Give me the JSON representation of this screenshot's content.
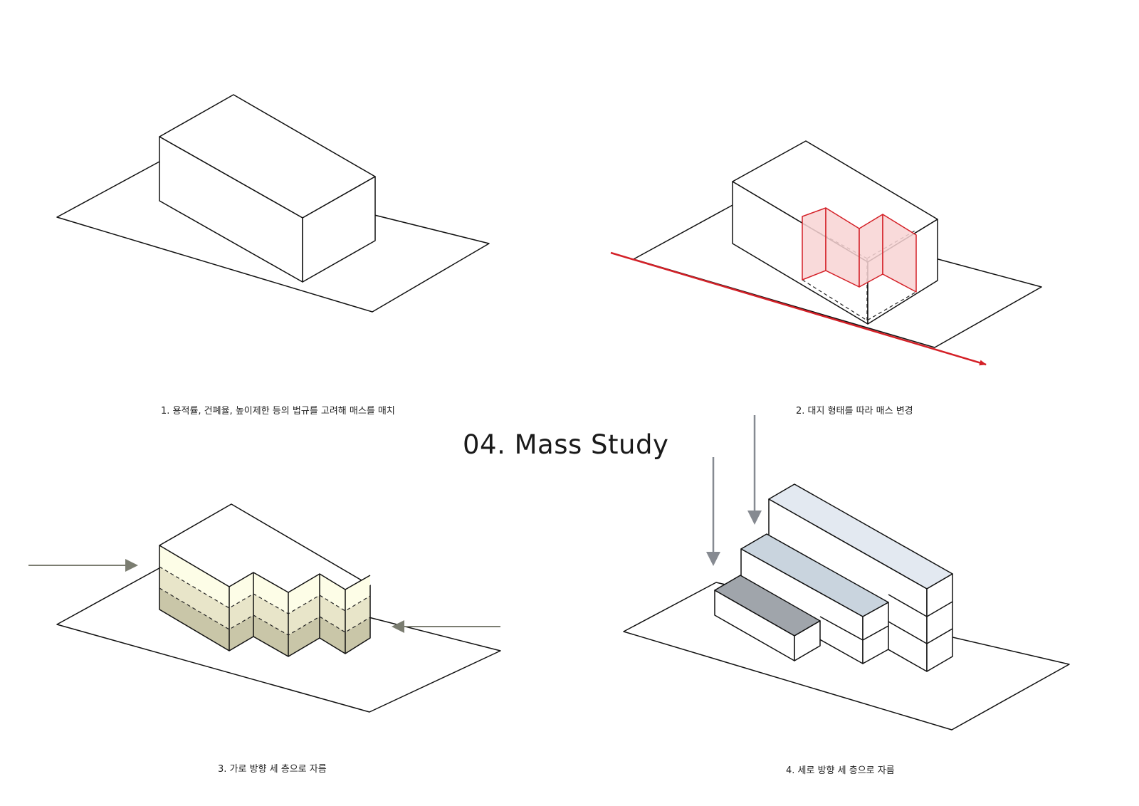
{
  "title": "04. Mass Study",
  "steps": [
    {
      "caption": "1. 용적률, 건폐율, 높이제한 등의 법규를 고려해 매스를 매치"
    },
    {
      "caption": "2. 대지 형태를 따라 매스 변경"
    },
    {
      "caption": "3. 가로 방향 세 층으로 자름"
    },
    {
      "caption": "4. 세로 방향 세 층으로 자름"
    }
  ],
  "colors": {
    "line": "#111111",
    "cut_red": "#d42027",
    "cut_fill": "#f8d3d4",
    "arrow_gray": "#7b7d71",
    "layer_top": "#fdfde7",
    "layer_mid": "#e8e5c9",
    "layer_bottom": "#c9c6a8",
    "roof_high": "#e3e9f1",
    "roof_mid": "#c9d4de",
    "roof_low": "#a0a5ab",
    "down_arrow": "#868a91"
  }
}
